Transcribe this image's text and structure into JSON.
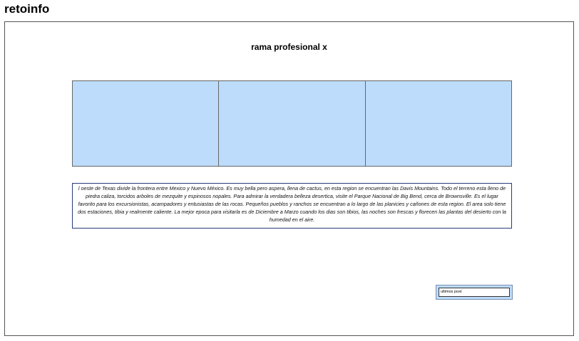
{
  "app": {
    "title": "retoinfo"
  },
  "page": {
    "heading": "rama profesional x"
  },
  "panels": [
    {
      "id": "panel-1"
    },
    {
      "id": "panel-2"
    },
    {
      "id": "panel-3"
    }
  ],
  "description": "l oeste de Texas divide la frontera entre Mexico y Nuevo México. Es muy bella pero aspera, llena de cactus, en esta region se encuentran las Davis Mountains. Todo el terreno esta lleno de piedra caliza, torcidos arboles de mezquite y espinosos nopales. Para admirar la verdadera belleza desertica, visite el Parque Nacional de Big Bend, cerca de Brownsville. Es el lugar favorito para los excursionistas, acampadores y entusiastas de las rocas. Pequeños pueblos y ranchos se encuentran a lo largo de las planicies y cañones de esta region. El area solo tiene dos estaciones, tibia y realmente caliente. La mejor epoca para visitarla es de Diciembre a Marzo cuando los dias son tibios, las noches son frescas y florecen las plantas del desierto con la humedad en el aire.",
  "posts": {
    "label": "ultimos post"
  },
  "colors": {
    "panel_fill": "#bddcfb",
    "desc_border": "#2b3a7a"
  }
}
